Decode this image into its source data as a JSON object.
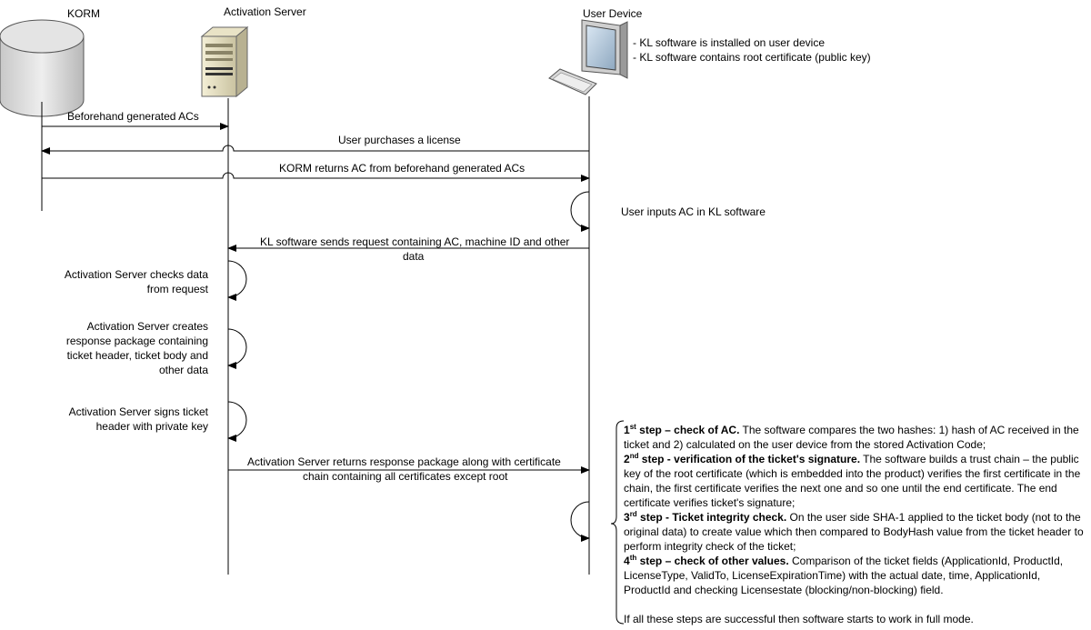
{
  "participants": {
    "korm": "KORM",
    "server": "Activation Server",
    "device": "User Device"
  },
  "device_notes": [
    "- KL software is installed on user device",
    "- KL software contains root certificate (public key)"
  ],
  "messages": {
    "m1": "Beforehand generated ACs",
    "m2": "User purchases a license",
    "m3": "KORM returns AC from beforehand generated ACs",
    "m4_line1": "KL software sends request containing AC, machine ID and other",
    "m4_line2": "data",
    "m5_line1": "Activation Server returns response package along with certificate",
    "m5_line2": "chain containing all certificates except root"
  },
  "self_actions": {
    "user_inputs": "User inputs AC in KL software",
    "server_checks": [
      "Activation Server checks data",
      "from request"
    ],
    "server_creates": [
      "Activation Server creates",
      "response package containing",
      "ticket header, ticket body and",
      "other data"
    ],
    "server_signs": [
      "Activation Server signs ticket",
      "header with private key"
    ]
  },
  "steps": [
    {
      "num": "1",
      "sup": "st",
      "title": " step – check of AC.",
      "body": " The software compares the two hashes: 1) hash of AC received in the ticket and 2) calculated on the user device from the stored Activation Code;"
    },
    {
      "num": "2",
      "sup": "nd",
      "title": " step - verification of the ticket's signature.",
      "body": " The software builds a trust chain – the public key of the root certificate (which is embedded into the product) verifies the first certificate in the chain, the first certificate verifies the next one and so one until the end certificate. The end certificate verifies ticket's signature;"
    },
    {
      "num": "3",
      "sup": "rd",
      "title": " step - Ticket integrity check.",
      "body": " On the user side SHA-1 applied to the ticket body (not to the original data) to create value which then compared to BodyHash value from the ticket header to perform integrity check of the ticket;"
    },
    {
      "num": "4",
      "sup": "th",
      "title": " step – check of other values.",
      "body": " Comparison of the ticket fields  (ApplicationId, ProductId, LicenseType, ValidTo, LicenseExpirationTime) with the actual date, time, ApplicationId, ProductId and checking Licensestate (blocking/non-blocking) field."
    }
  ],
  "final_note": "If all these steps are successful then software starts to work in full mode."
}
